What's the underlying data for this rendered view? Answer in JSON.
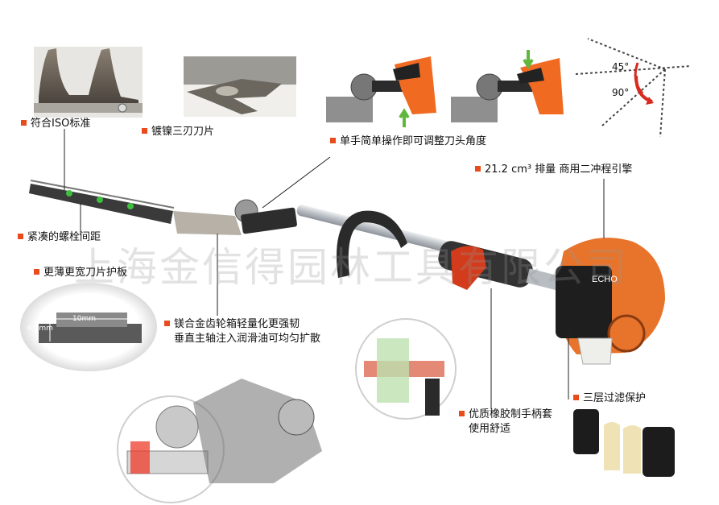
{
  "labels": {
    "iso": "符合ISO标准",
    "nickel": "镀镍三刃刀片",
    "one_hand": "单手简单操作即可调整刀头角度",
    "engine": "21.2 cm³ 排量 商用二冲程引擎",
    "bolt": "紧凑的螺栓间距",
    "guard": "更薄更宽刀片护板",
    "gearbox_1": "镁合金齿轮箱轻量化更强韧",
    "gearbox_2": "垂直主轴注入润滑油可均匀扩散",
    "handle_1": "优质橡胶制手柄套",
    "handle_2": "使用舒适",
    "filter": "三层过滤保护"
  },
  "angles": {
    "a45": "45°",
    "a90": "90°"
  },
  "dimensions": {
    "width": "10mm",
    "height": "6.5mm"
  },
  "brand_mark": "ECHO",
  "watermark": "上海金信得园林工具有限公司",
  "colors": {
    "accent": "#e84c1c",
    "engine_orange": "#e8732a",
    "glove": "#f06a22",
    "shaft": "#c9cdd2"
  }
}
